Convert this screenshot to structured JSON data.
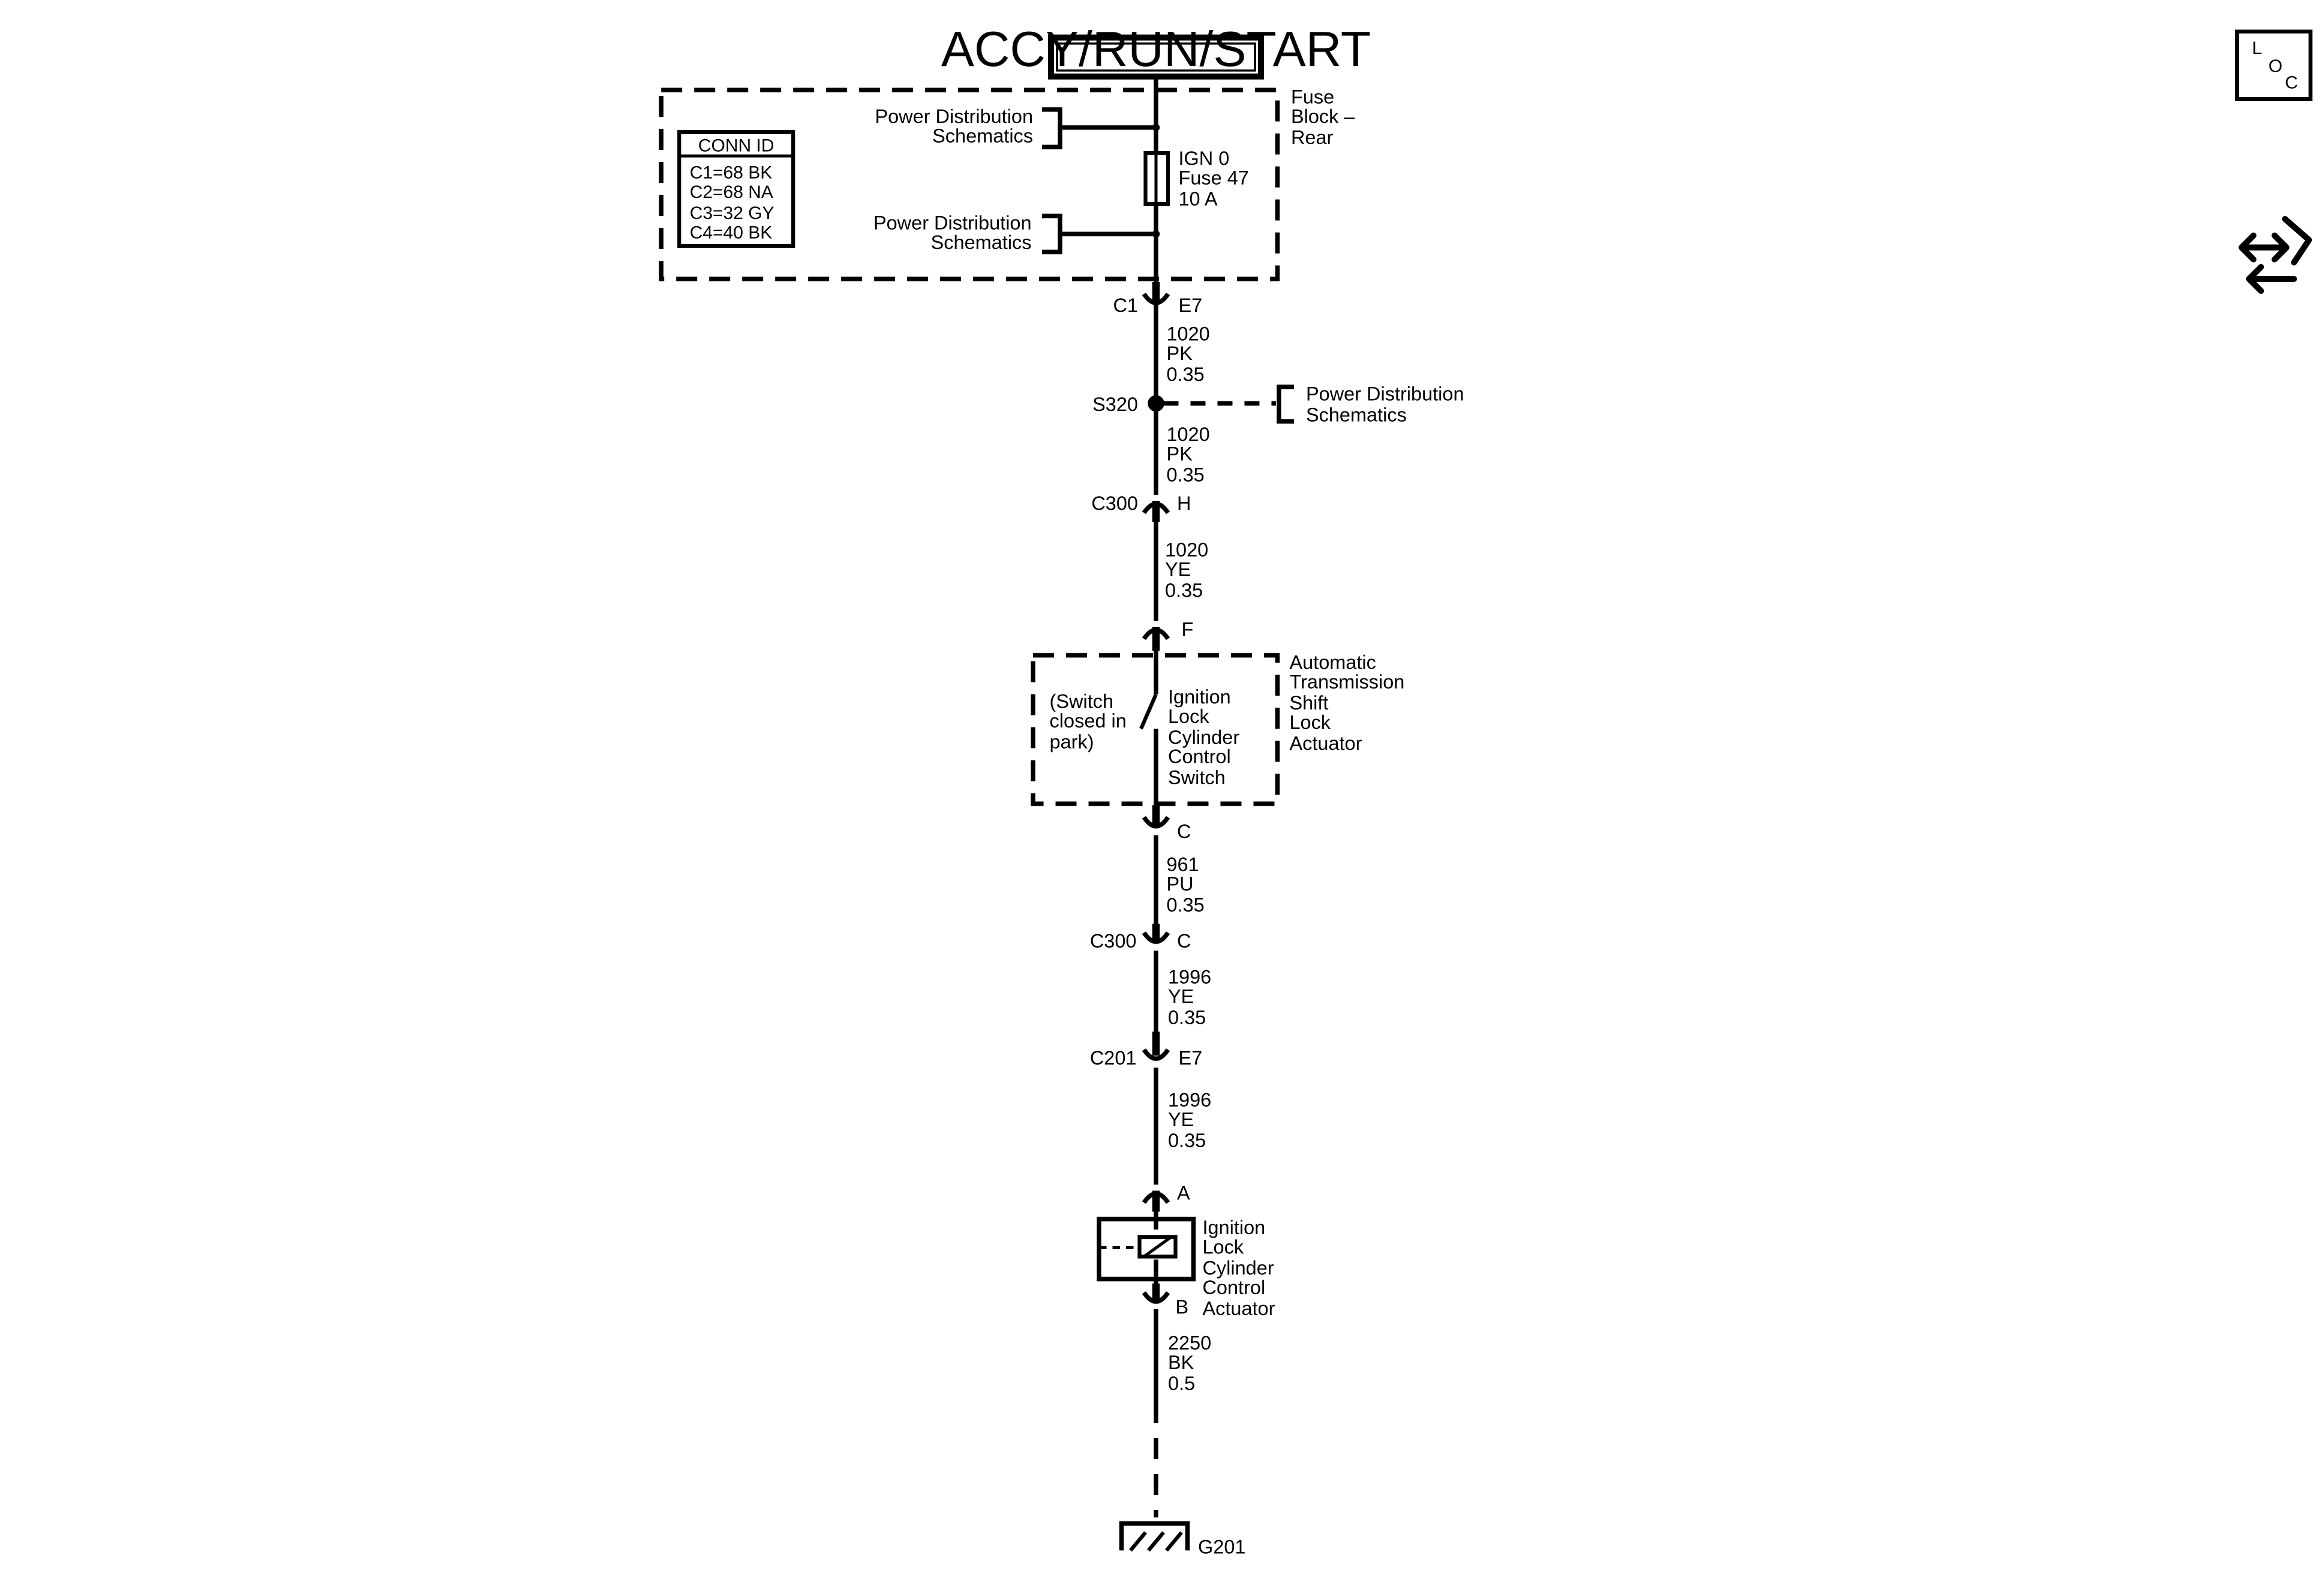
{
  "source": {
    "label": "ACCY/RUN/START"
  },
  "fuse_block": {
    "name_lines": [
      "Fuse",
      "Block –",
      "Rear"
    ],
    "fuse_lines": [
      "IGN 0",
      "Fuse 47",
      "10 A"
    ],
    "power_dist_top_lines": [
      "Power Distribution",
      "Schematics"
    ],
    "power_dist_bottom_lines": [
      "Power Distribution",
      "Schematics"
    ]
  },
  "conn_id": {
    "title": "CONN ID",
    "rows": [
      "C1=68 BK",
      "C2=68 NA",
      "C3=32 GY",
      "C4=40 BK"
    ]
  },
  "connectors": [
    {
      "id": "c1-e7",
      "name": "C1",
      "pin": "E7"
    },
    {
      "id": "c300-h",
      "name": "C300",
      "pin": "H"
    },
    {
      "id": "f",
      "name": "",
      "pin": "F"
    },
    {
      "id": "c",
      "name": "",
      "pin": "C"
    },
    {
      "id": "c300-c",
      "name": "C300",
      "pin": "C"
    },
    {
      "id": "c201-e7",
      "name": "C201",
      "pin": "E7"
    },
    {
      "id": "a",
      "name": "",
      "pin": "A"
    },
    {
      "id": "b",
      "name": "",
      "pin": "B"
    }
  ],
  "wires": [
    {
      "id": "w1",
      "lines": [
        "1020",
        "PK",
        "0.35"
      ]
    },
    {
      "id": "w2",
      "lines": [
        "1020",
        "PK",
        "0.35"
      ]
    },
    {
      "id": "w3",
      "lines": [
        "1020",
        "YE",
        "0.35"
      ]
    },
    {
      "id": "w4",
      "lines": [
        "961",
        "PU",
        "0.35"
      ]
    },
    {
      "id": "w5",
      "lines": [
        "1996",
        "YE",
        "0.35"
      ]
    },
    {
      "id": "w6",
      "lines": [
        "1996",
        "YE",
        "0.35"
      ]
    },
    {
      "id": "w7",
      "lines": [
        "2250",
        "BK",
        "0.5"
      ]
    }
  ],
  "splice": {
    "name": "S320",
    "ref_lines": [
      "Power Distribution",
      "Schematics"
    ]
  },
  "shift_lock": {
    "name_lines": [
      "Automatic",
      "Transmission",
      "Shift",
      "Lock",
      "Actuator"
    ],
    "switch_note_lines": [
      "(Switch",
      "closed in",
      "park)"
    ],
    "switch_name_lines": [
      "Ignition",
      "Lock",
      "Cylinder",
      "Control",
      "Switch"
    ]
  },
  "actuator": {
    "name_lines": [
      "Ignition",
      "Lock",
      "Cylinder",
      "Control",
      "Actuator"
    ]
  },
  "ground": {
    "name": "G201"
  },
  "loc_icon": {
    "letters": [
      "L",
      "O",
      "C"
    ],
    "icon": "loc-icon"
  },
  "nav_icon": {
    "icon": "swap-arrows-icon"
  }
}
